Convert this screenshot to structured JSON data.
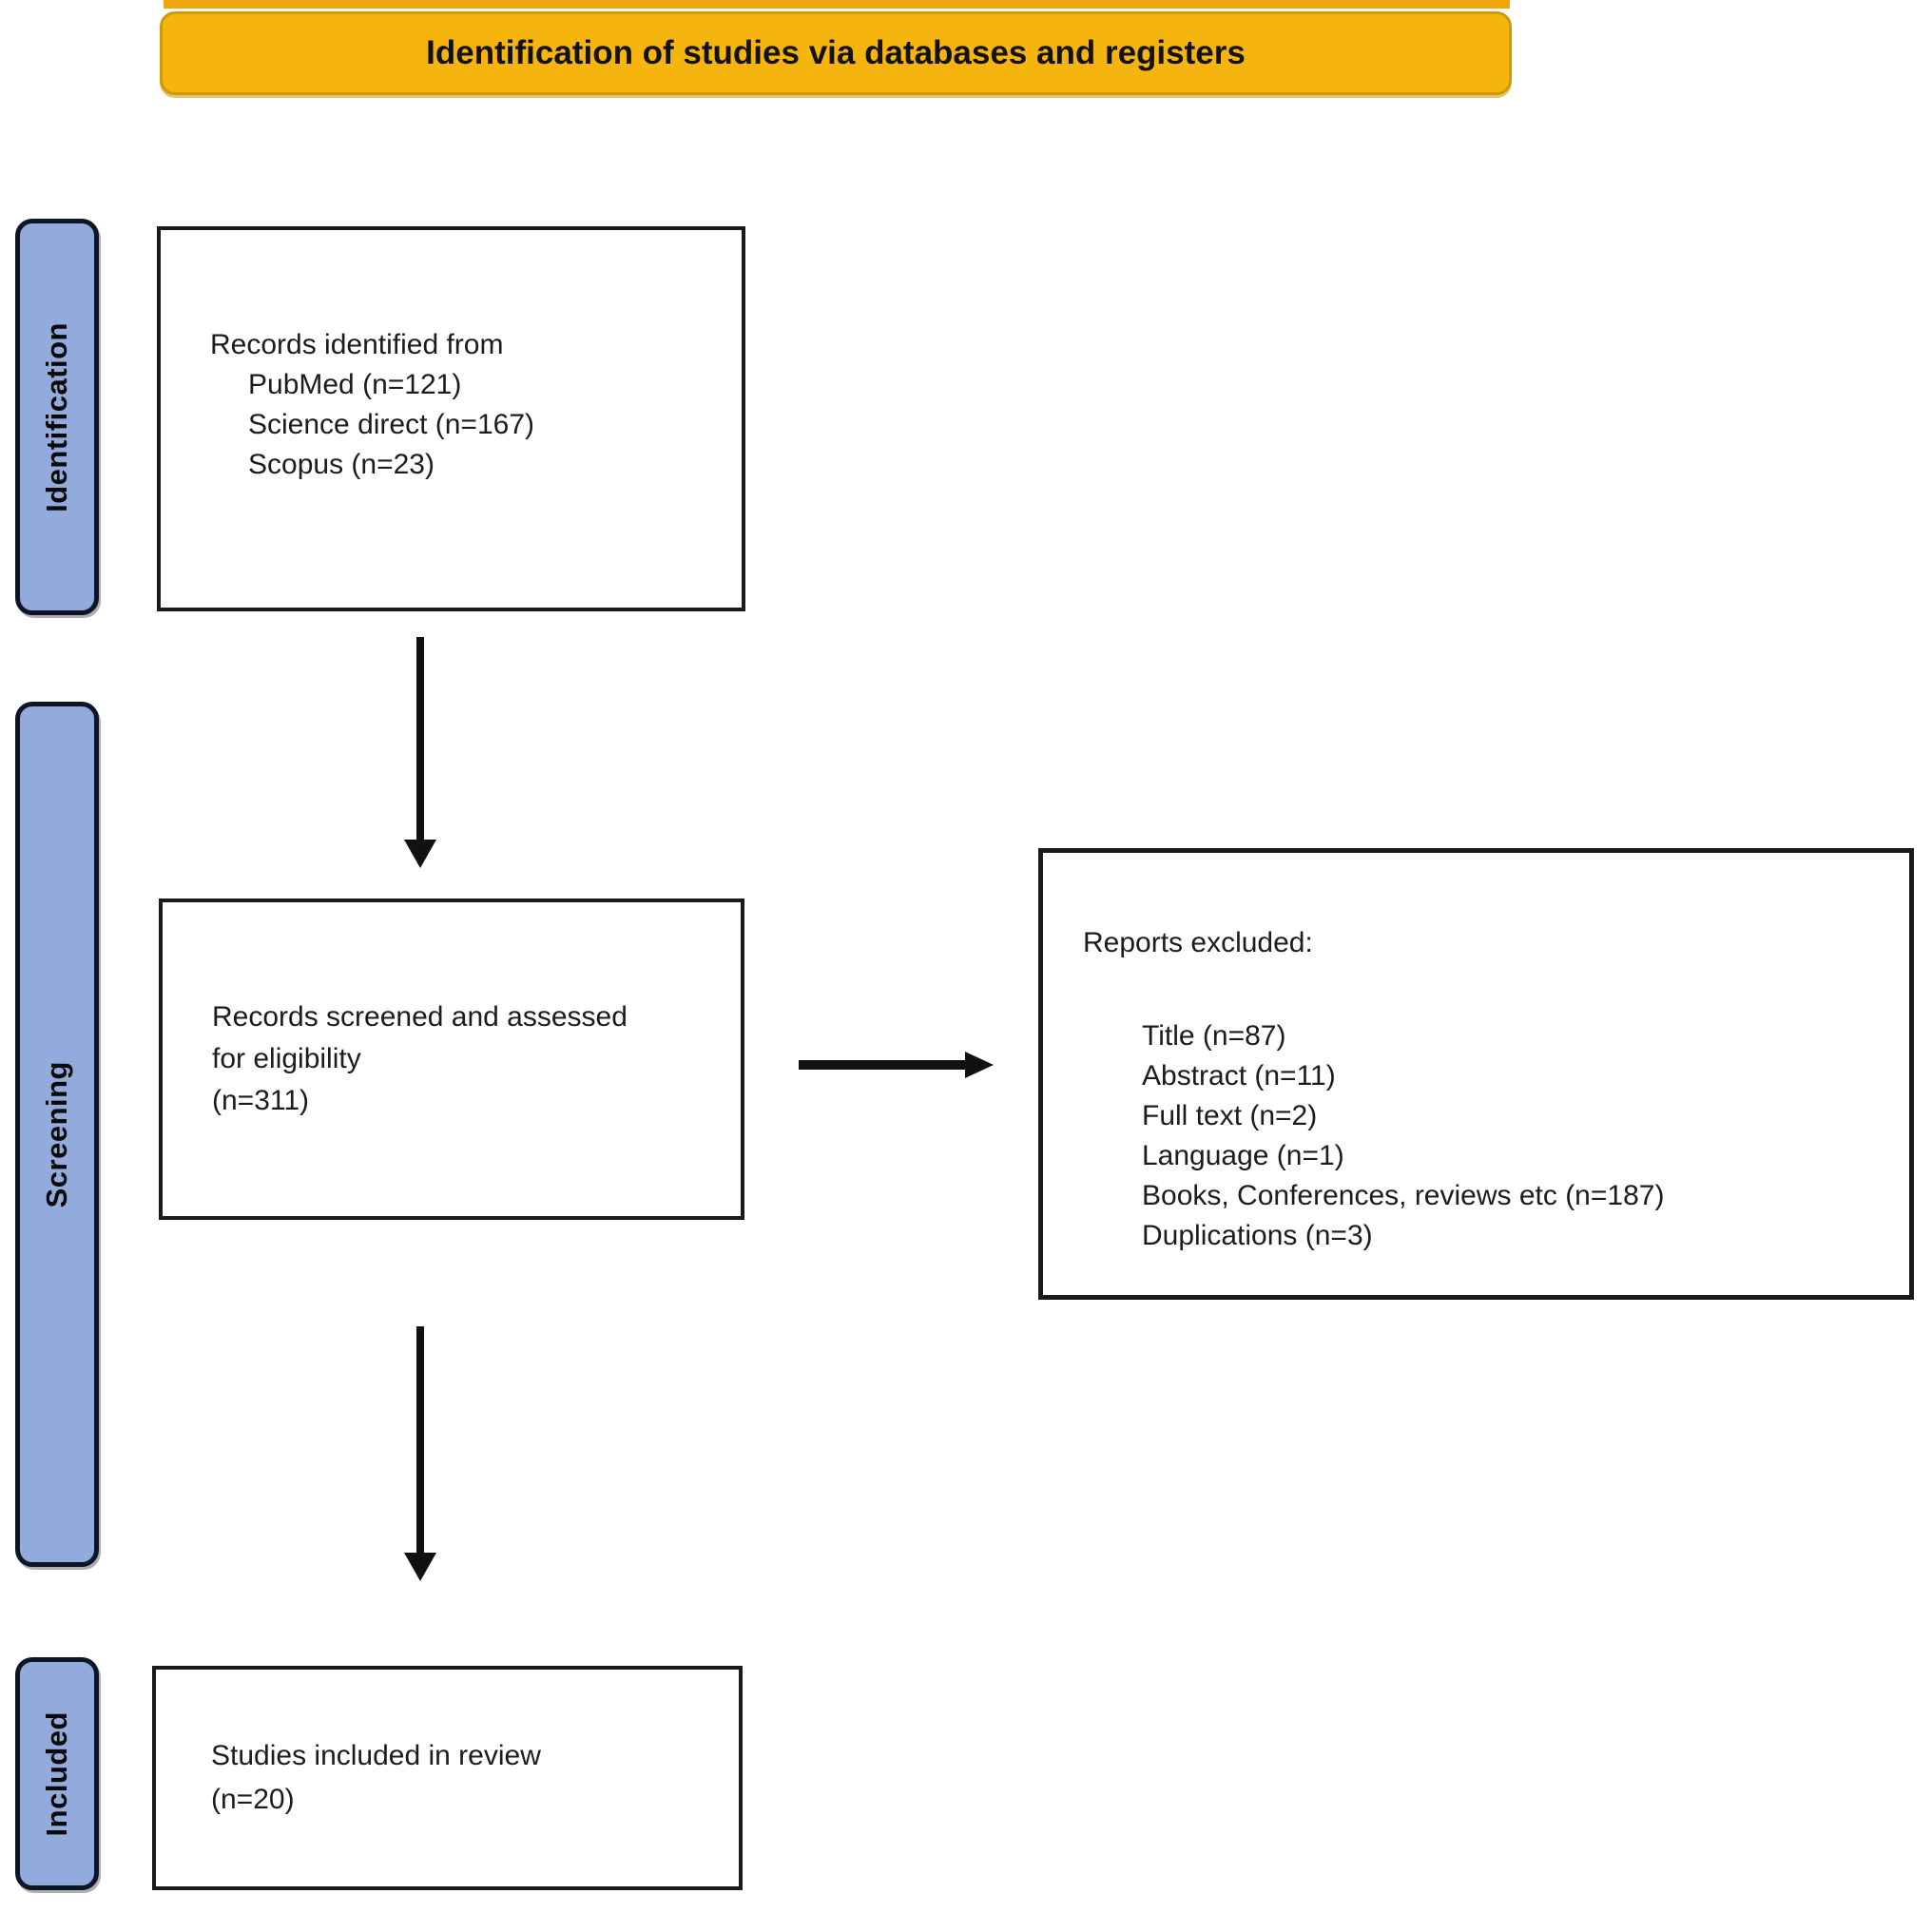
{
  "banner": {
    "title": "Identification of studies via databases and registers"
  },
  "sidebar": {
    "stages": [
      {
        "label": "Identification"
      },
      {
        "label": "Screening"
      },
      {
        "label": "Included"
      }
    ]
  },
  "flow": {
    "records_identified": {
      "heading": "Records identified from",
      "sources": [
        "PubMed (n=121)",
        "Science direct (n=167)",
        "Scopus (n=23)"
      ]
    },
    "records_screened": {
      "lines": [
        "Records screened and assessed",
        "for eligibility",
        "(n=311)"
      ]
    },
    "reports_excluded": {
      "heading": "Reports excluded:",
      "reasons": [
        "Title (n=87)",
        "Abstract (n=11)",
        "Full text (n=2)",
        "Language (n=1)",
        "Books, Conferences, reviews etc (n=187)",
        "Duplications (n=3)"
      ]
    },
    "studies_included": {
      "lines": [
        "Studies included in review",
        "(n=20)"
      ]
    }
  },
  "colors": {
    "banner_fill": "#F6B40F",
    "banner_border": "#CF9A07",
    "stage_bar_fill": "#92AADC",
    "stage_bar_border": "#0E1526",
    "box_border": "#1A1A1A",
    "arrow": "#111111",
    "text": "#1C1C1C"
  }
}
